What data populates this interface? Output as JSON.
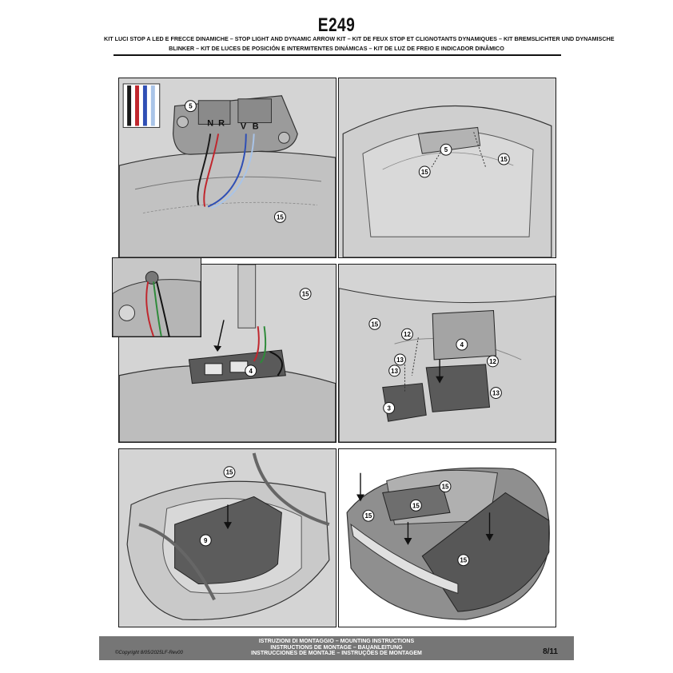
{
  "header": {
    "code": "E249",
    "subtitle_line1": "KIT LUCI STOP A LED E FRECCE DINAMICHE – STOP LIGHT AND DYNAMIC ARROW KIT – KIT DE FEUX STOP ET CLIGNOTANTS DYNAMIQUES – KIT BREMSLICHTER UND DYNAMISCHE",
    "subtitle_line2": "BLINKER – KIT DE LUCES DE POSICIÓN E INTERMITENTES DINÁMICAS – KIT DE LUZ DE FREIO E INDICADOR DINÂMICO"
  },
  "panels": {
    "p1": {
      "labels": [
        "5",
        "15"
      ],
      "wire_labels": [
        "N",
        "R",
        "V",
        "B"
      ],
      "wire_colors": [
        "#1a1a1a",
        "#c0262d",
        "#2f4fb5",
        "#a9c4e8"
      ]
    },
    "p2": {
      "labels": [
        "5",
        "15",
        "15"
      ]
    },
    "p3": {
      "labels": [
        "15",
        "4"
      ]
    },
    "p4": {
      "labels": [
        "15",
        "12",
        "12",
        "4",
        "13",
        "13",
        "13",
        "3"
      ]
    },
    "p5": {
      "labels": [
        "15",
        "9"
      ]
    },
    "p6": {
      "labels": [
        "15",
        "15",
        "15",
        "15"
      ]
    }
  },
  "footer": {
    "line1": "ISTRUZIONI DI MONTAGGIO  –  MOUNTING INSTRUCTIONS",
    "line2": "INSTRUCTIONS DE MONTAGE – BAUANLEITUNG",
    "line3": "INSTRUCCIONES DE MONTAJE – INSTRUÇÕES DE MONTAGEM",
    "copyright": "©Copyright 8/05/2025LF-Rev00",
    "page": "8/11"
  },
  "colors": {
    "panel_bg": "#d4d4d4",
    "footer_bg": "#767676",
    "part_dark": "#5a5a5a"
  }
}
